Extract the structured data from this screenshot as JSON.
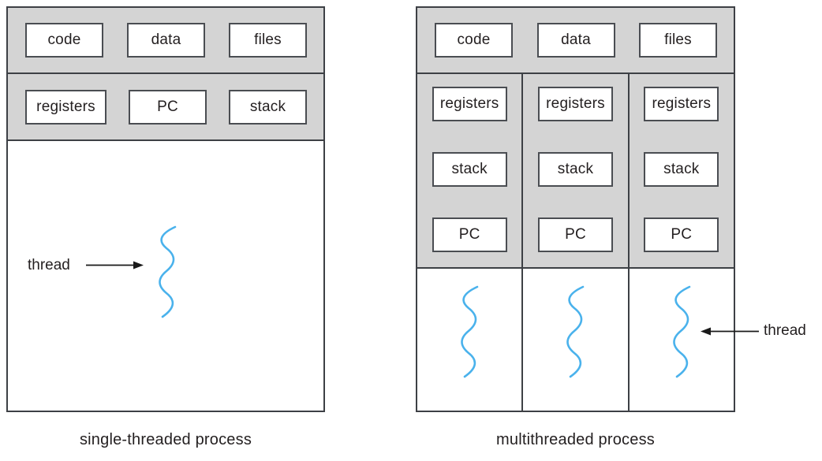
{
  "figure": {
    "left": {
      "caption": "single-threaded process",
      "resource_boxes": [
        "code",
        "data",
        "files"
      ],
      "state_boxes": [
        "registers",
        "PC",
        "stack"
      ],
      "thread_label": "thread"
    },
    "right": {
      "caption": "multithreaded process",
      "resource_boxes": [
        "code",
        "data",
        "files"
      ],
      "columns": [
        {
          "state_boxes": [
            "registers",
            "stack",
            "PC"
          ]
        },
        {
          "state_boxes": [
            "registers",
            "stack",
            "PC"
          ]
        },
        {
          "state_boxes": [
            "registers",
            "stack",
            "PC"
          ]
        }
      ],
      "thread_label": "thread"
    },
    "colors": {
      "section_gray": "#d4d4d4",
      "border_dark": "#3d4045",
      "thread_blue": "#4ab2ec",
      "text": "#231f20"
    }
  }
}
